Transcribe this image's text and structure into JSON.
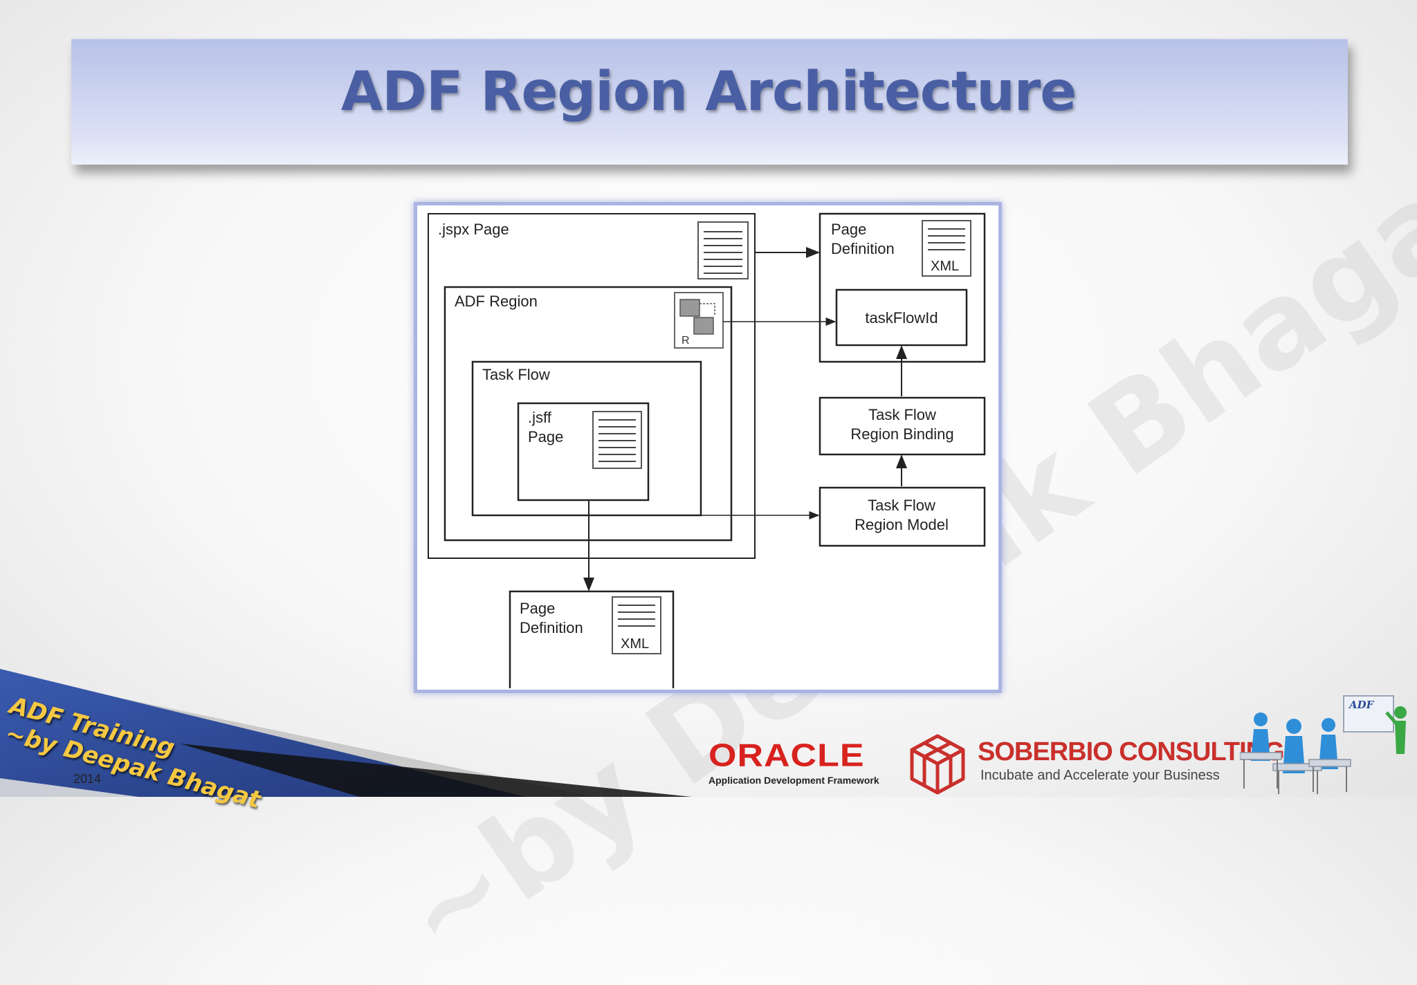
{
  "slide": {
    "title": "ADF Region Architecture",
    "watermark": "~by Deepak Bhagat"
  },
  "diagram": {
    "jspx_page": ".jspx Page",
    "adf_region": "ADF Region",
    "region_icon_letter": "R",
    "task_flow": "Task Flow",
    "jsff_page_line1": ".jsff",
    "jsff_page_line2": "Page",
    "page_def_top_line1": "Page",
    "page_def_top_line2": "Definition",
    "xml_top": "XML",
    "task_flow_id": "taskFlowId",
    "binding_line1": "Task Flow",
    "binding_line2": "Region Binding",
    "model_line1": "Task Flow",
    "model_line2": "Region Model",
    "page_def_bottom_line1": "Page",
    "page_def_bottom_line2": "Definition",
    "xml_bottom": "XML"
  },
  "banner": {
    "line1": "ADF Training",
    "line2": "~by Deepak Bhagat",
    "year": "2014"
  },
  "logos": {
    "oracle_word": "ORACLE",
    "oracle_tagline": "Application Development Framework",
    "soberbio_name": "SOBERBIO CONSULTING",
    "soberbio_tagline": "Incubate and Accelerate your Business",
    "clipart_label": "ADF"
  },
  "colors": {
    "title_text": "#4a5fa3",
    "title_bar": "#c9d0ef",
    "frame_border": "#aab4e2",
    "oracle_red": "#d8221e",
    "soberbio_red": "#c9302c",
    "banner_text": "#f5c842",
    "banner_blue": "#2f4f9e"
  }
}
